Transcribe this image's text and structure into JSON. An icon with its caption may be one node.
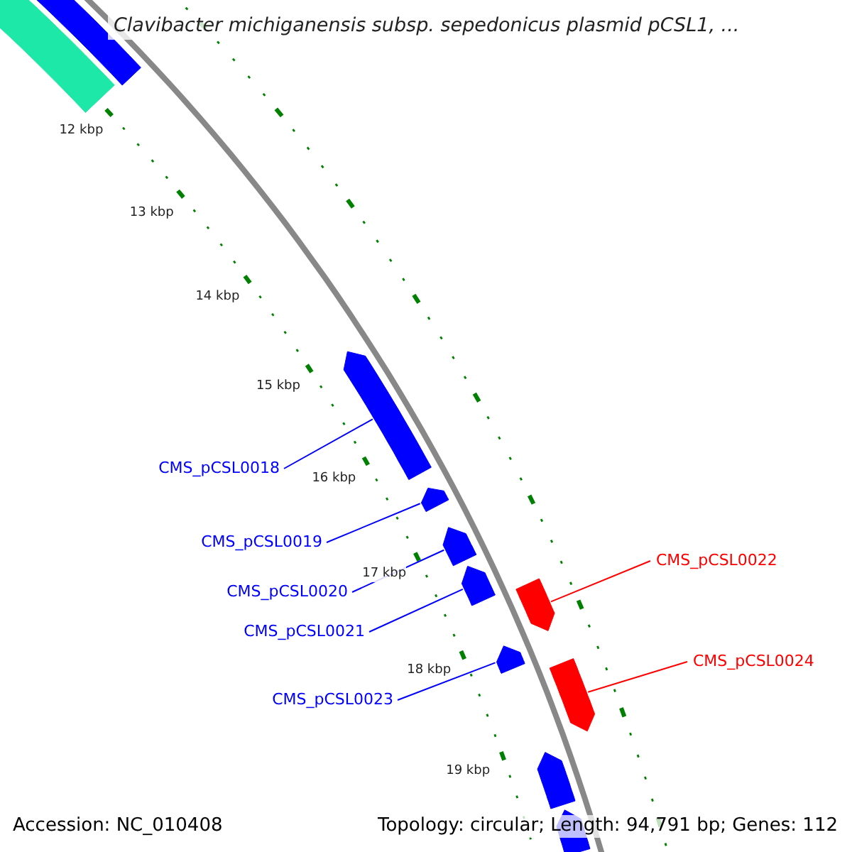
{
  "diagram": {
    "title": "Clavibacter michiganensis subsp. sepedonicus plasmid pCSL1, ...",
    "nodes": [
      {
        "text": [
          "CMS_pCSL0018"
        ]
      },
      {
        "text": [],
        "shape": "arrow"
      },
      {
        "text": [
          "CMS_pCSL0019"
        ]
      },
      {
        "text": [],
        "shape": "arrow"
      },
      {
        "text": [
          "CMS_pCSL0022"
        ]
      },
      {
        "text": [],
        "shape": "arrow"
      },
      {
        "text": [
          "CMS_pCSL0020"
        ]
      },
      {
        "text": [],
        "shape": "arrow"
      },
      {
        "text": [
          "CMS_pCSL0021"
        ]
      },
      {
        "text": [],
        "shape": "arrow"
      },
      {
        "text": [
          "CMS_pCSL0024"
        ]
      },
      {
        "text": [],
        "shape": "arrow"
      },
      {
        "text": [
          "CMS_pCSL0023"
        ]
      },
      {
        "text": [],
        "shape": "arrow"
      },
      {
        "text": [],
        "shape": "bar"
      },
      {
        "text": [],
        "shape": "arrow"
      },
      {
        "text": [],
        "shape": "arrow"
      },
      {
        "text": [],
        "shape": "arrow"
      }
    ],
    "edges": [
      {
        "from": 0,
        "to": 1,
        "arrow": "none"
      },
      {
        "from": 2,
        "to": 3,
        "arrow": "none"
      },
      {
        "from": 4,
        "to": 5,
        "arrow": "none",
        "color": "#ff0000"
      },
      {
        "from": 6,
        "to": 7,
        "arrow": "none"
      },
      {
        "from": 8,
        "to": 9,
        "arrow": "none"
      },
      {
        "from": 10,
        "to": 11,
        "arrow": "none",
        "color": "#ff0000"
      },
      {
        "from": 12,
        "to": 13,
        "arrow": "none"
      }
    ],
    "labels": [
      "12 kbp",
      "13 kbp",
      "14 kbp",
      "15 kbp",
      "16 kbp",
      "17 kbp",
      "18 kbp",
      "19 kbp",
      "Accession: NC_010408",
      "Topology: circular; Length: 94,791 bp; Genes: 112"
    ]
  }
}
